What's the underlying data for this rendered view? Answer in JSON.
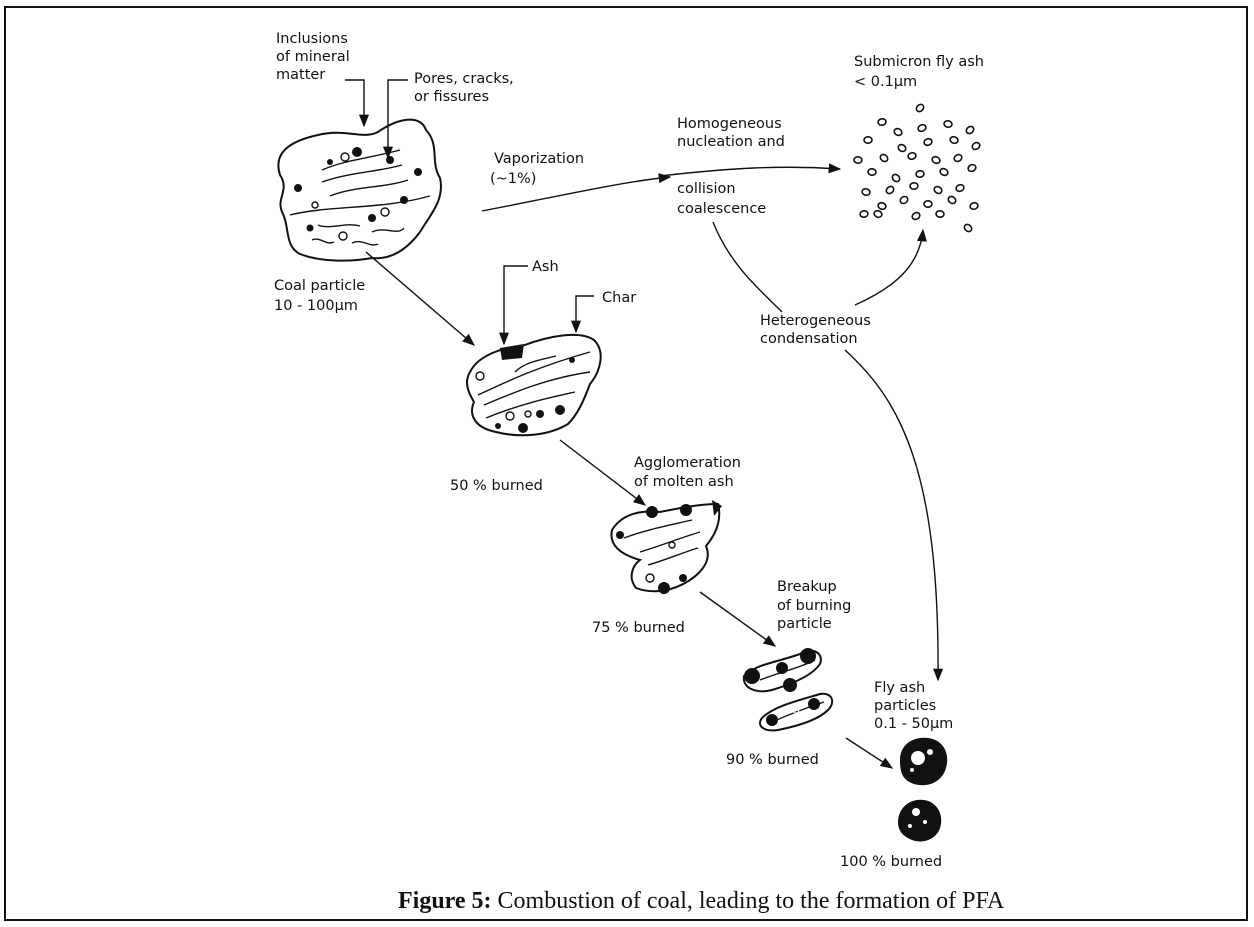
{
  "labels": {
    "inclusions": [
      "Inclusions",
      "of mineral",
      "matter"
    ],
    "pores": [
      "Pores, cracks,",
      "or fissures"
    ],
    "coal_particle": [
      "Coal particle",
      "10 - 100μm"
    ],
    "vaporization": [
      "Vaporization",
      "(~1%)"
    ],
    "homogeneous": [
      "Homogeneous",
      "nucleation and"
    ],
    "collision": [
      "collision",
      "coalescence"
    ],
    "submicron": [
      "Submicron fly ash",
      "< 0.1μm"
    ],
    "heterogeneous": [
      "Heterogeneous",
      "condensation"
    ],
    "ash": "Ash",
    "char": "Char",
    "burned_50": "50 % burned",
    "agglomeration": [
      "Agglomeration",
      "of molten ash"
    ],
    "burned_75": "75 % burned",
    "breakup": [
      "Breakup",
      "of burning",
      "particle"
    ],
    "burned_90": "90 % burned",
    "fly_ash": [
      "Fly ash",
      "particles",
      "0.1 - 50μm"
    ],
    "burned_100": "100 % burned"
  },
  "caption": {
    "prefix": "Figure 5:",
    "text": " Combustion of coal, leading to the formation of PFA"
  }
}
